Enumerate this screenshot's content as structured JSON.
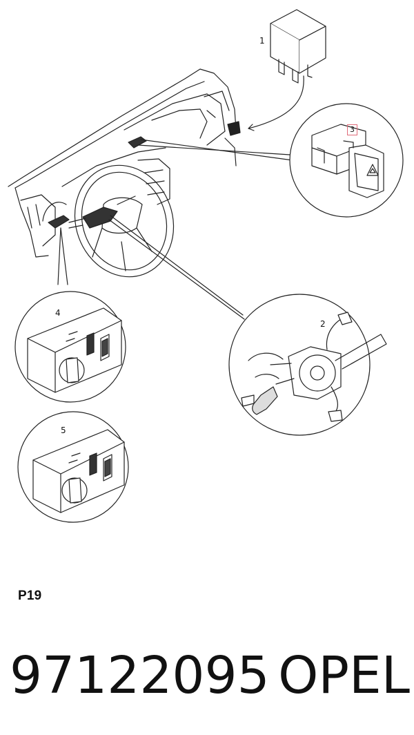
{
  "callouts": {
    "c1": "1",
    "c2": "2",
    "c3": "3",
    "c4": "4",
    "c5": "5"
  },
  "footer": {
    "page_code": "P19",
    "part_number": "97122095",
    "brand": "OPEL"
  },
  "colors": {
    "line": "#222222",
    "callout_box_border": "#e06a78"
  }
}
